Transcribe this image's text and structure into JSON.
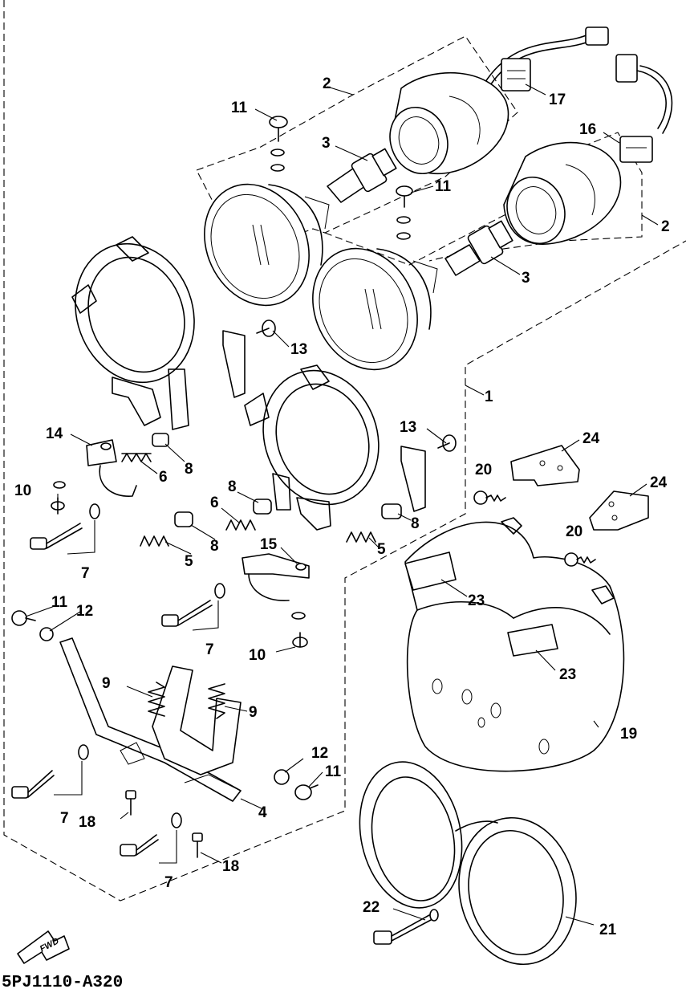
{
  "diagram_code": "5PJ1110-A320",
  "fwd_label": "FWD",
  "callouts": [
    {
      "id": "c-1",
      "text": "1"
    },
    {
      "id": "c-2a",
      "text": "2"
    },
    {
      "id": "c-2b",
      "text": "2"
    },
    {
      "id": "c-3a",
      "text": "3"
    },
    {
      "id": "c-3b",
      "text": "3"
    },
    {
      "id": "c-4",
      "text": "4"
    },
    {
      "id": "c-5a",
      "text": "5"
    },
    {
      "id": "c-5b",
      "text": "5"
    },
    {
      "id": "c-6a",
      "text": "6"
    },
    {
      "id": "c-6b",
      "text": "6"
    },
    {
      "id": "c-7a",
      "text": "7"
    },
    {
      "id": "c-7b",
      "text": "7"
    },
    {
      "id": "c-7c",
      "text": "7"
    },
    {
      "id": "c-7d",
      "text": "7"
    },
    {
      "id": "c-8a",
      "text": "8"
    },
    {
      "id": "c-8b",
      "text": "8"
    },
    {
      "id": "c-8c",
      "text": "8"
    },
    {
      "id": "c-8d",
      "text": "8"
    },
    {
      "id": "c-9a",
      "text": "9"
    },
    {
      "id": "c-9b",
      "text": "9"
    },
    {
      "id": "c-10a",
      "text": "10"
    },
    {
      "id": "c-10b",
      "text": "10"
    },
    {
      "id": "c-11a",
      "text": "11"
    },
    {
      "id": "c-11b",
      "text": "11"
    },
    {
      "id": "c-11c",
      "text": "11"
    },
    {
      "id": "c-11d",
      "text": "11"
    },
    {
      "id": "c-12a",
      "text": "12"
    },
    {
      "id": "c-12b",
      "text": "12"
    },
    {
      "id": "c-13a",
      "text": "13"
    },
    {
      "id": "c-13b",
      "text": "13"
    },
    {
      "id": "c-14",
      "text": "14"
    },
    {
      "id": "c-15",
      "text": "15"
    },
    {
      "id": "c-16",
      "text": "16"
    },
    {
      "id": "c-17",
      "text": "17"
    },
    {
      "id": "c-18a",
      "text": "18"
    },
    {
      "id": "c-18b",
      "text": "18"
    },
    {
      "id": "c-19",
      "text": "19"
    },
    {
      "id": "c-20a",
      "text": "20"
    },
    {
      "id": "c-20b",
      "text": "20"
    },
    {
      "id": "c-21",
      "text": "21"
    },
    {
      "id": "c-22",
      "text": "22"
    },
    {
      "id": "c-23a",
      "text": "23"
    },
    {
      "id": "c-23b",
      "text": "23"
    },
    {
      "id": "c-24a",
      "text": "24"
    },
    {
      "id": "c-24b",
      "text": "24"
    }
  ]
}
